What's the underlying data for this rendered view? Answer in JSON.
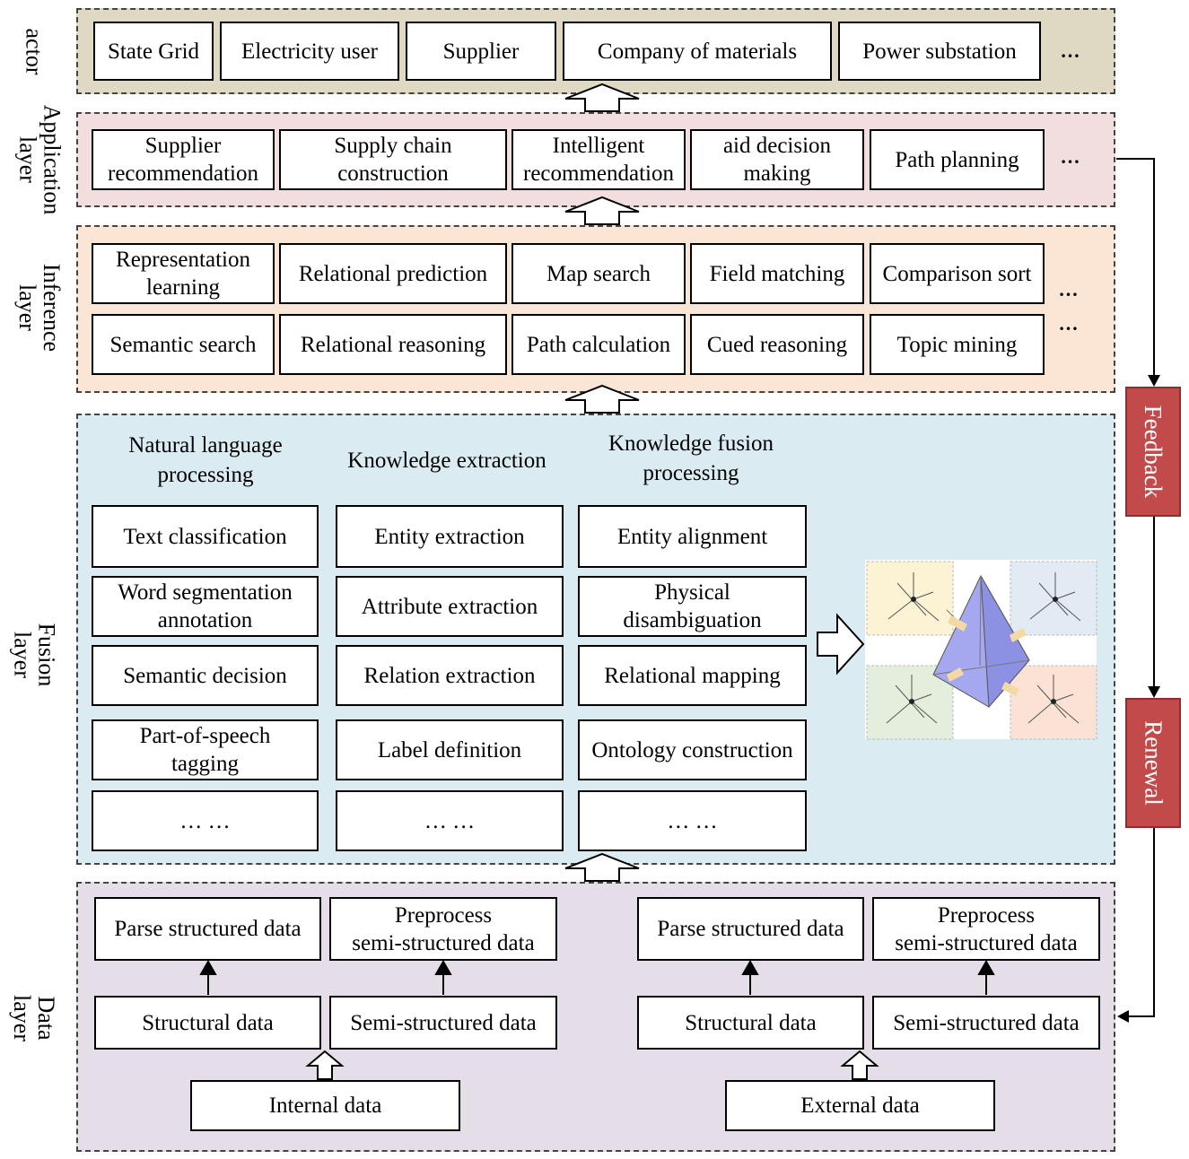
{
  "colors": {
    "actor_bg": "#dfd9c4",
    "application_bg": "#f3dedf",
    "inference_bg": "#fbe6d6",
    "fusion_bg": "#daecf2",
    "data_bg": "#e5dee9",
    "feedback_box": "#c24a4a"
  },
  "layers": {
    "actor": {
      "label": "actor",
      "items": [
        "State Grid",
        "Electricity user",
        "Supplier",
        "Company of materials",
        "Power substation"
      ],
      "more": "…"
    },
    "application": {
      "label": "Application\nlayer",
      "items": [
        "Supplier\nrecommendation",
        "Supply chain\nconstruction",
        "Intelligent\nrecommendation",
        "aid decision\nmaking",
        "Path planning"
      ],
      "more": "…"
    },
    "inference": {
      "label": "Inference\nlayer",
      "row1": [
        "Representation\nlearning",
        "Relational prediction",
        "Map search",
        "Field matching",
        "Comparison sort"
      ],
      "row2": [
        "Semantic search",
        "Relational reasoning",
        "Path calculation",
        "Cued reasoning",
        "Topic mining"
      ],
      "more": "…"
    },
    "fusion": {
      "label": "Fusion layer",
      "columns": [
        {
          "heading": "Natural language\nprocessing",
          "items": [
            "Text classification",
            "Word segmentation\nannotation",
            "Semantic decision",
            "Part-of-speech\ntagging",
            "… …"
          ]
        },
        {
          "heading": "Knowledge extraction",
          "items": [
            "Entity extraction",
            "Attribute extraction",
            "Relation extraction",
            "Label definition",
            "… …"
          ]
        },
        {
          "heading": "Knowledge fusion\nprocessing",
          "items": [
            "Entity alignment",
            "Physical\ndisambiguation",
            "Relational mapping",
            "Ontology construction",
            "… …"
          ]
        }
      ],
      "illustration": "knowledge-graph-pyramid"
    },
    "data": {
      "label": "Data layer",
      "internal": {
        "parse": "Parse structured data",
        "preprocess": "Preprocess\nsemi-structured data",
        "structural": "Structural data",
        "semi": "Semi-structured data",
        "source": "Internal data"
      },
      "external": {
        "parse": "Parse structured data",
        "preprocess": "Preprocess\nsemi-structured data",
        "structural": "Structural data",
        "semi": "Semi-structured data",
        "source": "External data"
      }
    }
  },
  "side": {
    "feedback": "Feedback",
    "renewal": "Renewal"
  }
}
